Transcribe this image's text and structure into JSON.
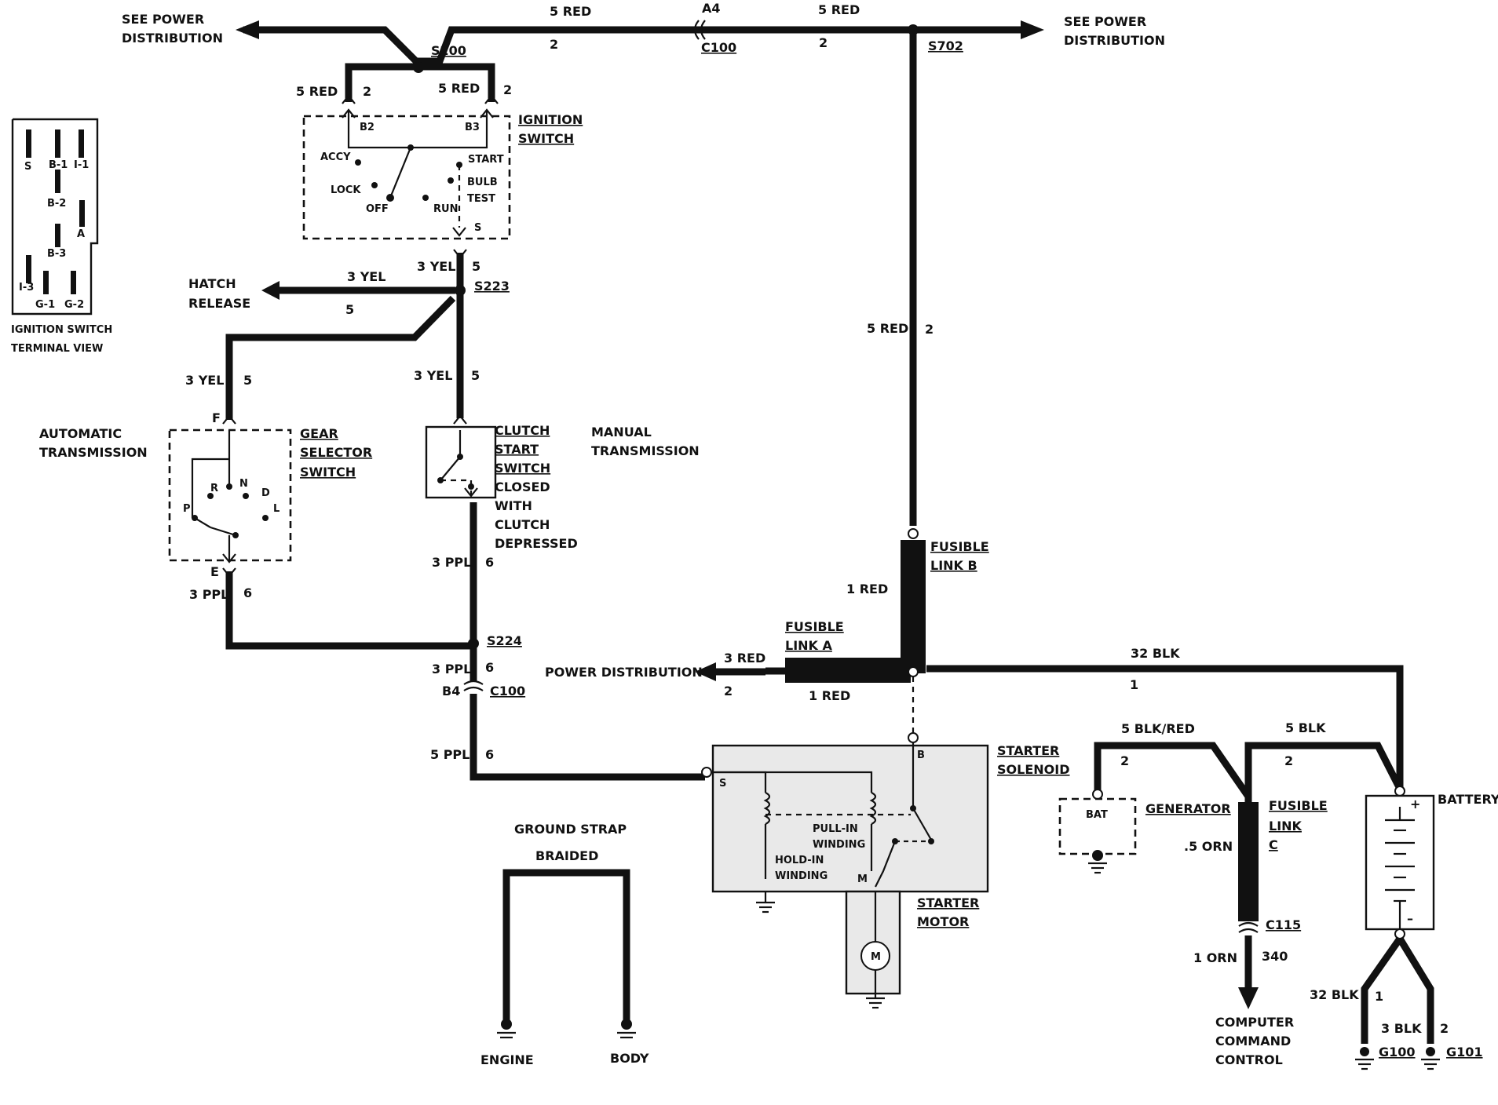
{
  "labels": {
    "see_power_dist_left_1": "SEE POWER",
    "see_power_dist_left_2": "DISTRIBUTION",
    "see_power_dist_right_1": "SEE POWER",
    "see_power_dist_right_2": "DISTRIBUTION",
    "top_wire_left": "5 RED",
    "top_wire_left_num": "2",
    "top_wire_right": "5 RED",
    "top_wire_right_num": "2",
    "a4": "A4",
    "c100_top": "C100",
    "s200": "S200",
    "s702": "S702",
    "sw_in_left": "5 RED",
    "sw_in_left_num": "2",
    "sw_in_right": "5 RED",
    "sw_in_right_num": "2",
    "ign_switch_1": "IGNITION",
    "ign_switch_2": "SWITCH",
    "b2": "B2",
    "b3": "B3",
    "accy": "ACCY",
    "start": "START",
    "lock": "LOCK",
    "off": "OFF",
    "run": "RUN",
    "bulb": "BULB",
    "test": "TEST",
    "s_term": "S",
    "ign_out": "3 YEL",
    "ign_out_num": "5",
    "s223": "S223",
    "hatch_1": "HATCH",
    "hatch_2": "RELEASE",
    "hatch_wire": "3 YEL",
    "hatch_num": "5",
    "term_view_1": "IGNITION SWITCH",
    "term_view_2": "TERMINAL VIEW",
    "tv_s": "S",
    "tv_b1": "B-1",
    "tv_i1": "I-1",
    "tv_b2": "B-2",
    "tv_a": "A",
    "tv_b3": "B-3",
    "tv_i3": "I-3",
    "tv_g1": "G-1",
    "tv_g2": "G-2",
    "left_yel": "3 YEL",
    "left_yel_num": "5",
    "mid_yel": "3 YEL",
    "mid_yel_num": "5",
    "auto_1": "AUTOMATIC",
    "auto_2": "TRANSMISSION",
    "f_term": "F",
    "gear_1": "GEAR",
    "gear_2": "SELECTOR",
    "gear_3": "SWITCH",
    "p": "P",
    "r": "R",
    "n": "N",
    "d": "D",
    "l": "L",
    "e_term": "E",
    "clutch_1": "CLUTCH",
    "clutch_2": "START",
    "clutch_3": "SWITCH",
    "clutch_4": "CLOSED",
    "clutch_5": "WITH",
    "clutch_6": "CLUTCH",
    "clutch_7": "DEPRESSED",
    "manual_1": "MANUAL",
    "manual_2": "TRANSMISSION",
    "left_ppl": "3 PPL",
    "left_ppl_num": "6",
    "mid_ppl": "3 PPL",
    "mid_ppl_num": "6",
    "s224": "S224",
    "low_ppl": "3 PPL",
    "low_ppl_num": "6",
    "b4": "B4",
    "c100_low": "C100",
    "sol_ppl": "5 PPL",
    "sol_ppl_num": "6",
    "red_vert": "5 RED",
    "red_vert_num": "2",
    "fl_b_1": "FUSIBLE",
    "fl_b_2": "LINK B",
    "one_red_upper": "1 RED",
    "fl_a_1": "FUSIBLE",
    "fl_a_2": "LINK A",
    "pd_left": "POWER DISTRIBUTION",
    "pd_wire": "3 RED",
    "pd_num": "2",
    "one_red_lower": "1 RED",
    "blk_main": "32 BLK",
    "blk_main_num": "1",
    "sol_1": "STARTER",
    "sol_2": "SOLENOID",
    "sol_s": "S",
    "sol_b": "B",
    "pull_1": "PULL-IN",
    "pull_2": "WINDING",
    "hold_1": "HOLD-IN",
    "hold_2": "WINDING",
    "m_term": "M",
    "motor_1": "STARTER",
    "motor_2": "MOTOR",
    "motor_m": "M",
    "gs_1": "GROUND STRAP",
    "gs_2": "BRAIDED",
    "engine": "ENGINE",
    "body": "BODY",
    "gen_wire": "5 BLK/RED",
    "gen_num": "2",
    "bat_wire": "5 BLK",
    "bat_num": "2",
    "bat_term": "BAT",
    "generator": "GENERATOR",
    "flc_1": "FUSIBLE",
    "flc_2": "LINK",
    "flc_3": "C",
    "orn_small": ".5 ORN",
    "c115": "C115",
    "orn_wire": "1 ORN",
    "orn_num": "340",
    "ccc_1": "COMPUTER",
    "ccc_2": "COMMAND",
    "ccc_3": "CONTROL",
    "battery": "BATTERY",
    "plus": "+",
    "minus": "–",
    "gnd_blk": "32 BLK",
    "gnd_blk_num": "1",
    "gnd_blk2": "3 BLK",
    "gnd_blk2_num": "2",
    "g100": "G100",
    "g101": "G101"
  }
}
